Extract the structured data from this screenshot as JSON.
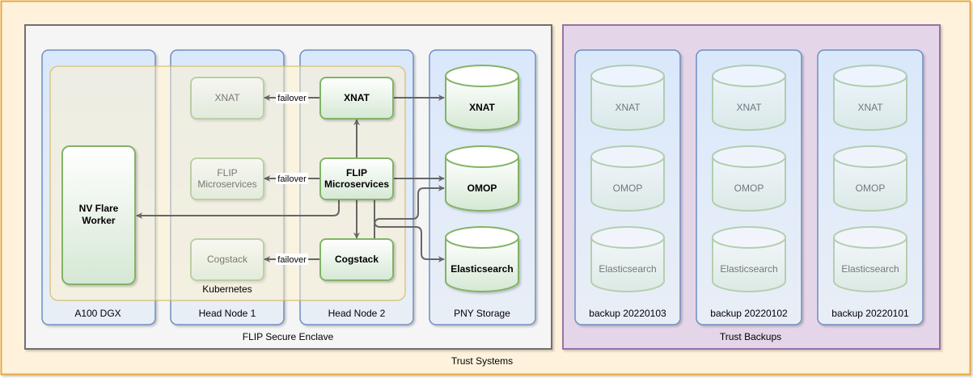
{
  "outer": {
    "label": "Trust Systems"
  },
  "enclave": {
    "label": "FLIP Secure Enclave"
  },
  "backups_group": {
    "label": "Trust Backups"
  },
  "kubernetes": {
    "label": "Kubernetes"
  },
  "columns": {
    "a100": "A100 DGX",
    "head1": "Head Node 1",
    "head2": "Head Node 2",
    "pny": "PNY Storage"
  },
  "nodes": {
    "nvflare": {
      "line1": "NV Flare",
      "line2": "Worker"
    },
    "xnat_primary": "XNAT",
    "xnat_standby": "XNAT",
    "flip_primary": {
      "line1": "FLIP",
      "line2": "Microservices"
    },
    "flip_standby": {
      "line1": "FLIP",
      "line2": "Microservices"
    },
    "cog_primary": "Cogstack",
    "cog_standby": "Cogstack"
  },
  "storage": {
    "xnat": "XNAT",
    "omop": "OMOP",
    "es": "Elasticsearch"
  },
  "edges": {
    "failover": "failover"
  },
  "backups": [
    {
      "label": "backup 20220103",
      "db1": "XNAT",
      "db2": "OMOP",
      "db3": "Elasticsearch"
    },
    {
      "label": "backup 20220102",
      "db1": "XNAT",
      "db2": "OMOP",
      "db3": "Elasticsearch"
    },
    {
      "label": "backup 20220101",
      "db1": "XNAT",
      "db2": "OMOP",
      "db3": "Elasticsearch"
    }
  ],
  "colors": {
    "outer_border": "#e8a93a",
    "outer_fill": "#fff2dc",
    "enclave_border": "#707070",
    "enclave_fill": "#f5f5f5",
    "backup_border": "#9673a6",
    "backup_fill": "#e4d6e8",
    "column_border": "#6c8ebf",
    "column_fill": "#dae8fc",
    "node_border": "#82b366",
    "node_fill_top": "#ffffff",
    "node_fill_bottom": "#d5e8d4",
    "edge": "#666666"
  }
}
